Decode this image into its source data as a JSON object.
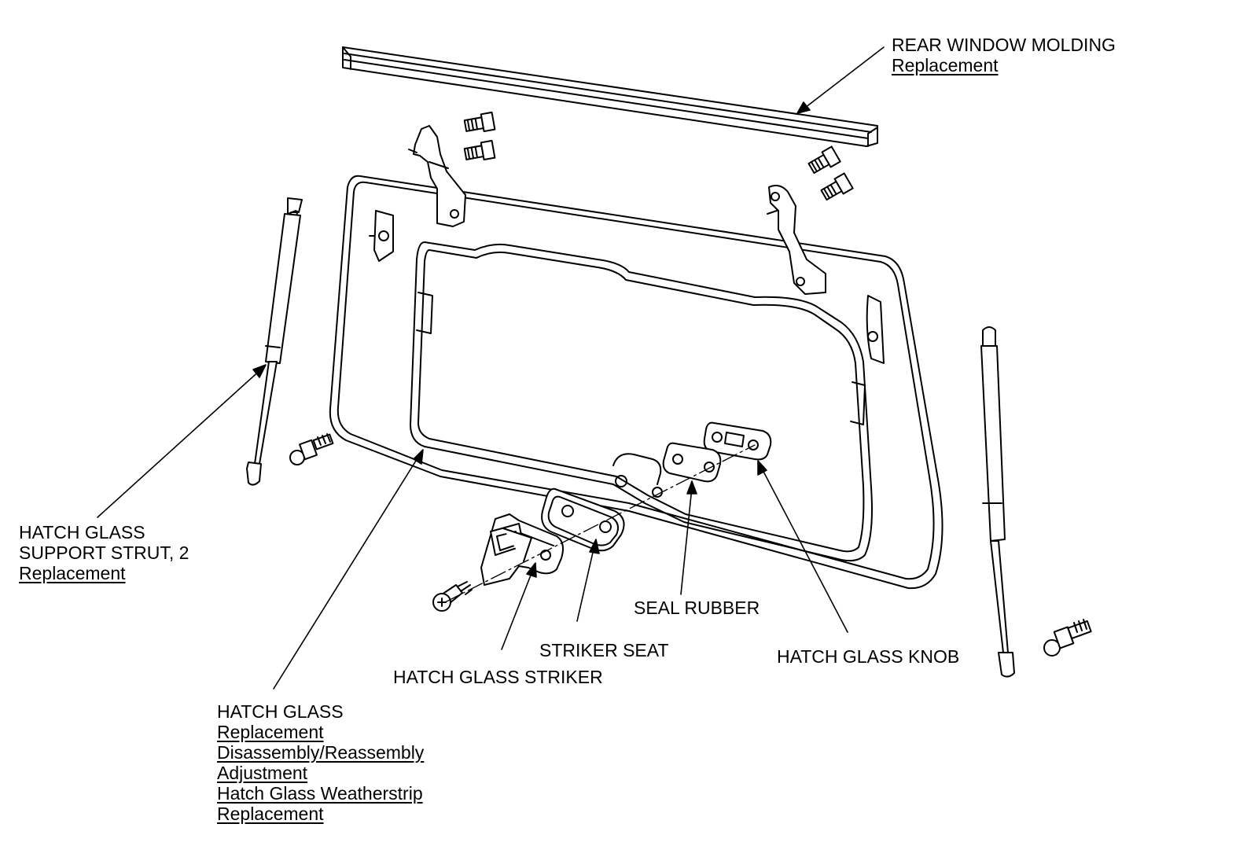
{
  "callouts": {
    "rear_window_molding": {
      "name": "REAR WINDOW MOLDING",
      "links": [
        "Replacement"
      ]
    },
    "support_strut": {
      "name_line1": "HATCH GLASS",
      "name_line2": "SUPPORT STRUT, 2",
      "links": [
        "Replacement"
      ]
    },
    "seal_rubber": {
      "name": "SEAL RUBBER"
    },
    "striker_seat": {
      "name": "STRIKER SEAT"
    },
    "hatch_glass_striker": {
      "name": "HATCH GLASS STRIKER"
    },
    "hatch_glass_knob": {
      "name": "HATCH GLASS KNOB"
    },
    "hatch_glass": {
      "name": "HATCH GLASS",
      "links": [
        "Replacement",
        "Disassembly/Reassembly",
        "Adjustment",
        "Hatch Glass Weatherstrip ",
        "Replacement"
      ]
    }
  },
  "colors": {
    "line": "#000000",
    "background": "#ffffff",
    "fill": "#ffffff"
  }
}
